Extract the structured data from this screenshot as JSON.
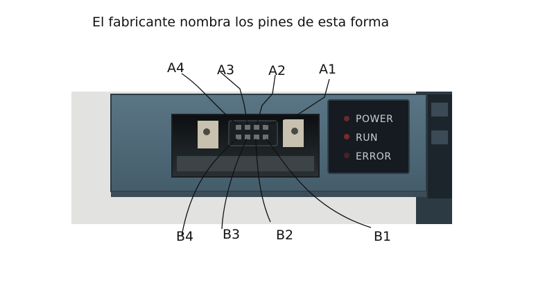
{
  "caption": "El fabricante  nombra los pines de esta forma",
  "pins_top": [
    "A4",
    "A3",
    "A2",
    "A1"
  ],
  "pins_bottom": [
    "B4",
    "B3",
    "B2",
    "B1"
  ],
  "leds": [
    {
      "label": "POWER",
      "color": "#6a2a2a"
    },
    {
      "label": "RUN",
      "color": "#7a2a2a"
    },
    {
      "label": "ERROR",
      "color": "#4a2226"
    }
  ],
  "colors": {
    "panel": "#4e6a7a",
    "body": "#2f3f4a",
    "background": "#e3e3e1",
    "screw_plate": "#c9c3b3"
  }
}
